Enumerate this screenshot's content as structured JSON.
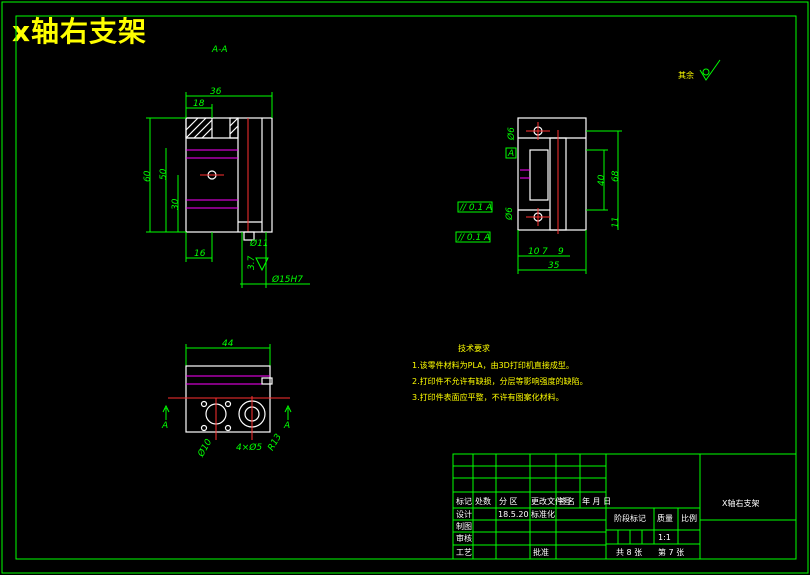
{
  "title": "x轴右支架",
  "section_label": "A-A",
  "roughness_note": "其余",
  "section_marker": "A",
  "dims": {
    "w36": "36",
    "w18": "18",
    "h60": "60",
    "h50": "50",
    "h30": "30",
    "w16": "16",
    "dia11": "Ø11",
    "d37": "3.7",
    "dia15": "Ø15H7",
    "dia6": "Ø6",
    "h40": "40",
    "h68": "68",
    "h11": "11",
    "tol1": "// 0.1 A",
    "tol2": "// 0.1 A",
    "w10": "10",
    "w7": "7",
    "w9": "9",
    "w35": "35",
    "w44": "44",
    "dia10": "Ø10",
    "holes": "4×Ø5",
    "r13": "R13"
  },
  "tech": {
    "heading": "技术要求",
    "lines": [
      "1.该零件材料为PLA，由3D打印机直接成型。",
      "2.打印件不允许有缺损，分层等影响强度的缺陷。",
      "3.打印件表面应平整，不许有图案化材料。"
    ]
  },
  "titleblock": {
    "part_name": "X轴右支架",
    "row_mark": [
      "标记",
      "处数",
      "分 区",
      "更改文件号",
      "签名",
      "年 月 日"
    ],
    "design": "设计",
    "date": "18.5.20",
    "standard": "标准化",
    "check": "审核",
    "process": "工艺",
    "approve": "批准",
    "stage_mark": "阶段标记",
    "weight": "质量",
    "scale": "比例",
    "scale_val": "1:1",
    "sheets": "共 8 张",
    "sheet_no": "第 7 张",
    "drawn": "制图"
  }
}
